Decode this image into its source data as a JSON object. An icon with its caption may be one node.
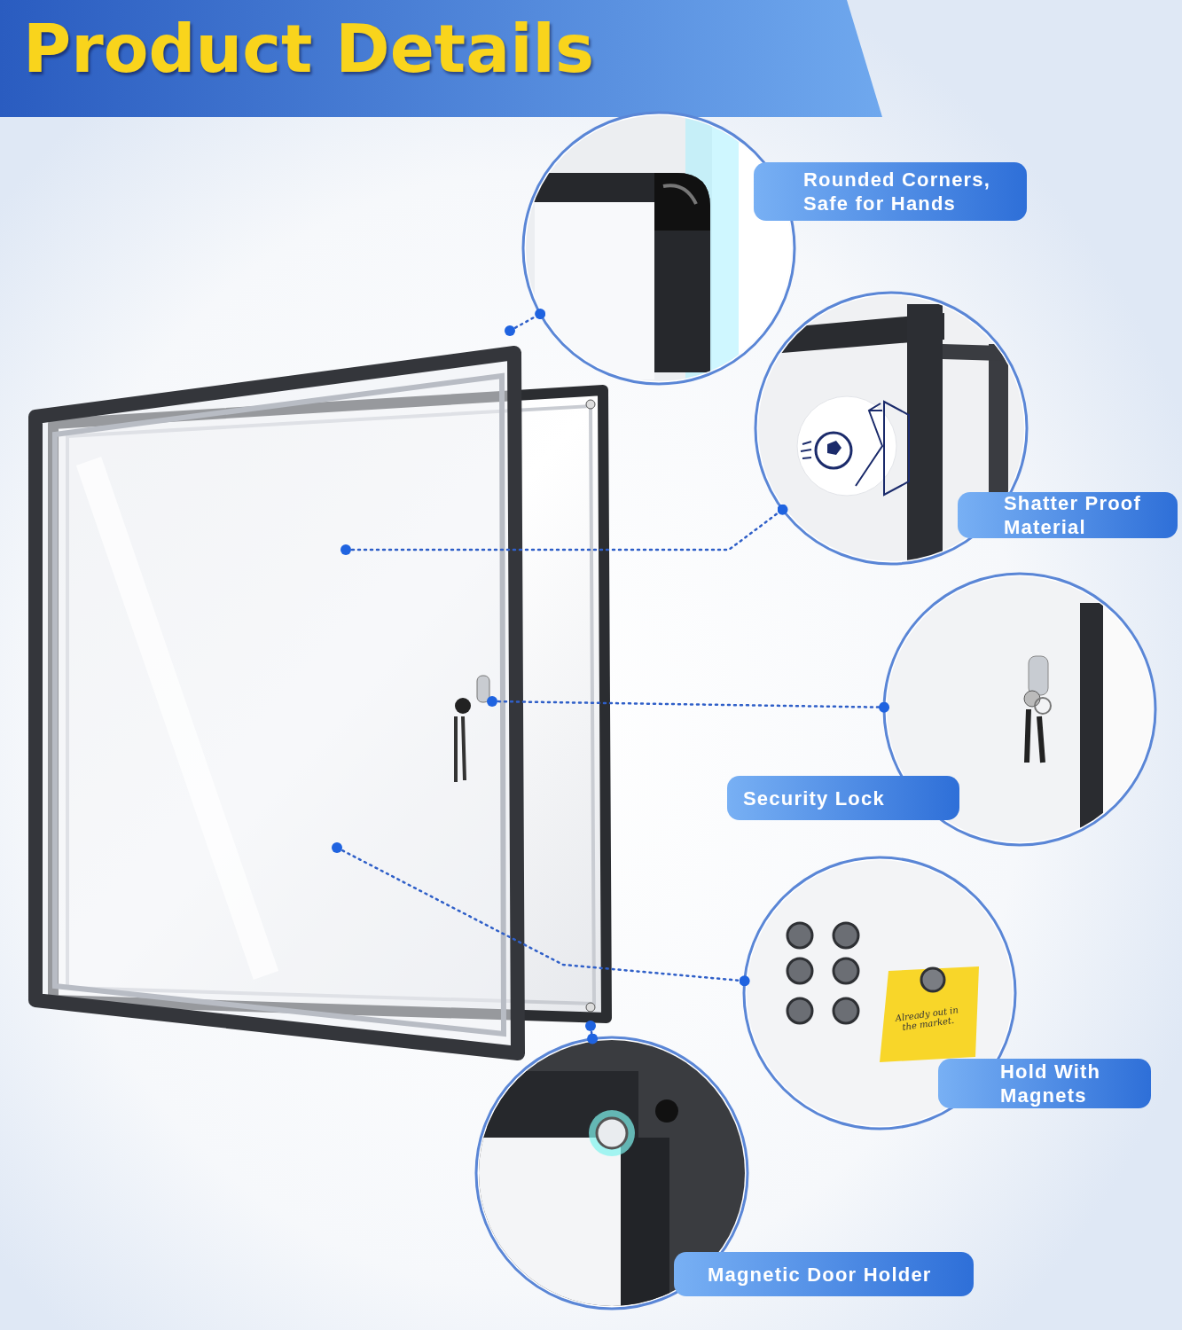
{
  "diagram": {
    "title": "Product Details",
    "nodes": [
      {
        "text": [
          "Rounded Corners, Safe for Hands"
        ]
      },
      {
        "text": [
          "Shatter Proof Material"
        ]
      },
      {
        "text": [
          "Security Lock"
        ]
      },
      {
        "text": [
          "Hold With Magnets"
        ]
      },
      {
        "text": [
          "Magnetic Door Holder"
        ]
      }
    ],
    "edges": [
      {
        "from": null,
        "to": 0,
        "arrow": "other",
        "style": "dashed"
      },
      {
        "from": null,
        "to": 1,
        "arrow": "other",
        "style": "dashed"
      },
      {
        "from": null,
        "to": 2,
        "arrow": "other",
        "style": "dashed"
      },
      {
        "from": null,
        "to": 3,
        "arrow": "other",
        "style": "dashed"
      },
      {
        "from": null,
        "to": 4,
        "arrow": "other",
        "style": "dashed"
      }
    ],
    "labels": [
      "Already out in the market."
    ]
  }
}
